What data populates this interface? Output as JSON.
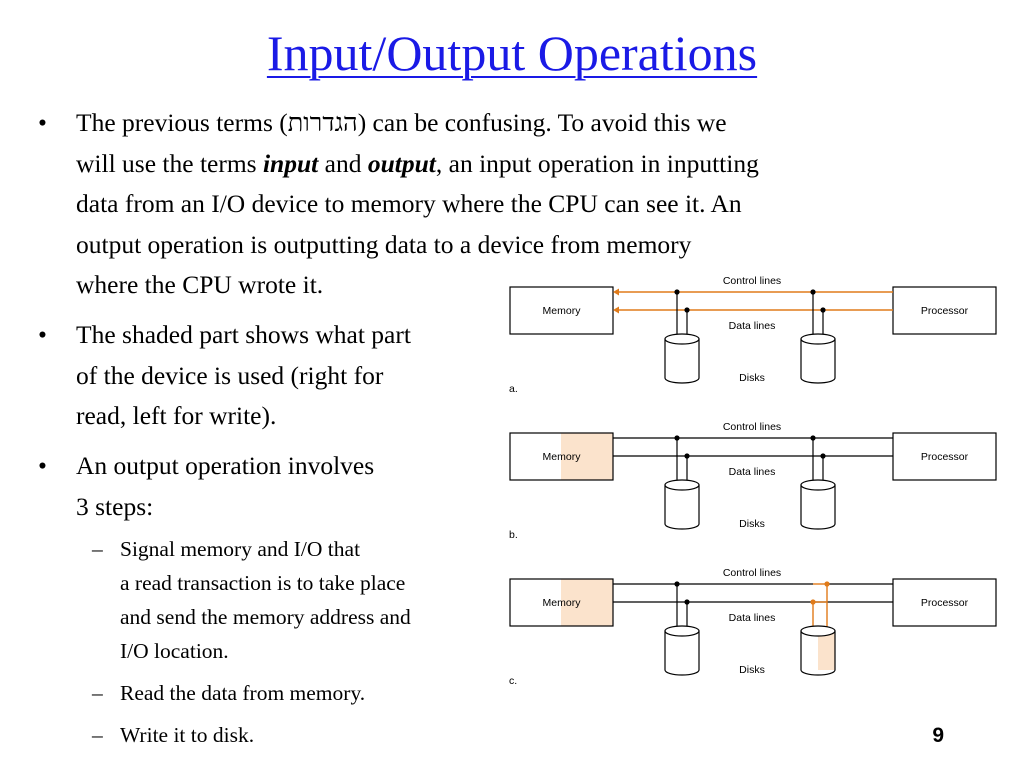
{
  "slide": {
    "title": "Input/Output Operations",
    "page_number": "9",
    "bullets": [
      {
        "lines": [
          "The previous terms (הגדרות) can be confusing. To avoid this we",
          [
            "will use the terms ",
            "input",
            " and ",
            "output",
            ", an input operation in inputting"
          ],
          "data from an I/O device to memory where the CPU can see it. An",
          "output operation is outputting data to a device from memory",
          "where the CPU wrote it."
        ]
      },
      {
        "lines": [
          "The shaded part shows what part",
          "of the device is used (right for",
          "read, left for write)."
        ]
      },
      {
        "lines": [
          "An output operation involves",
          "3 steps:"
        ],
        "steps": [
          [
            "Signal memory and I/O that",
            "a read transaction is to take place",
            "and send the memory address and",
            "I/O location."
          ],
          [
            "Read the data from memory."
          ],
          [
            "Write it to disk."
          ]
        ]
      }
    ]
  },
  "diagram": {
    "memory_label": "Memory",
    "processor_label": "Processor",
    "control_lines_label": "Control lines",
    "data_lines_label": "Data lines",
    "disks_label": "Disks",
    "panel_labels": [
      "a.",
      "b.",
      "c."
    ],
    "colors": {
      "line": "#000000",
      "active": "#e07b1a",
      "shade": "#fbe3cc"
    }
  }
}
